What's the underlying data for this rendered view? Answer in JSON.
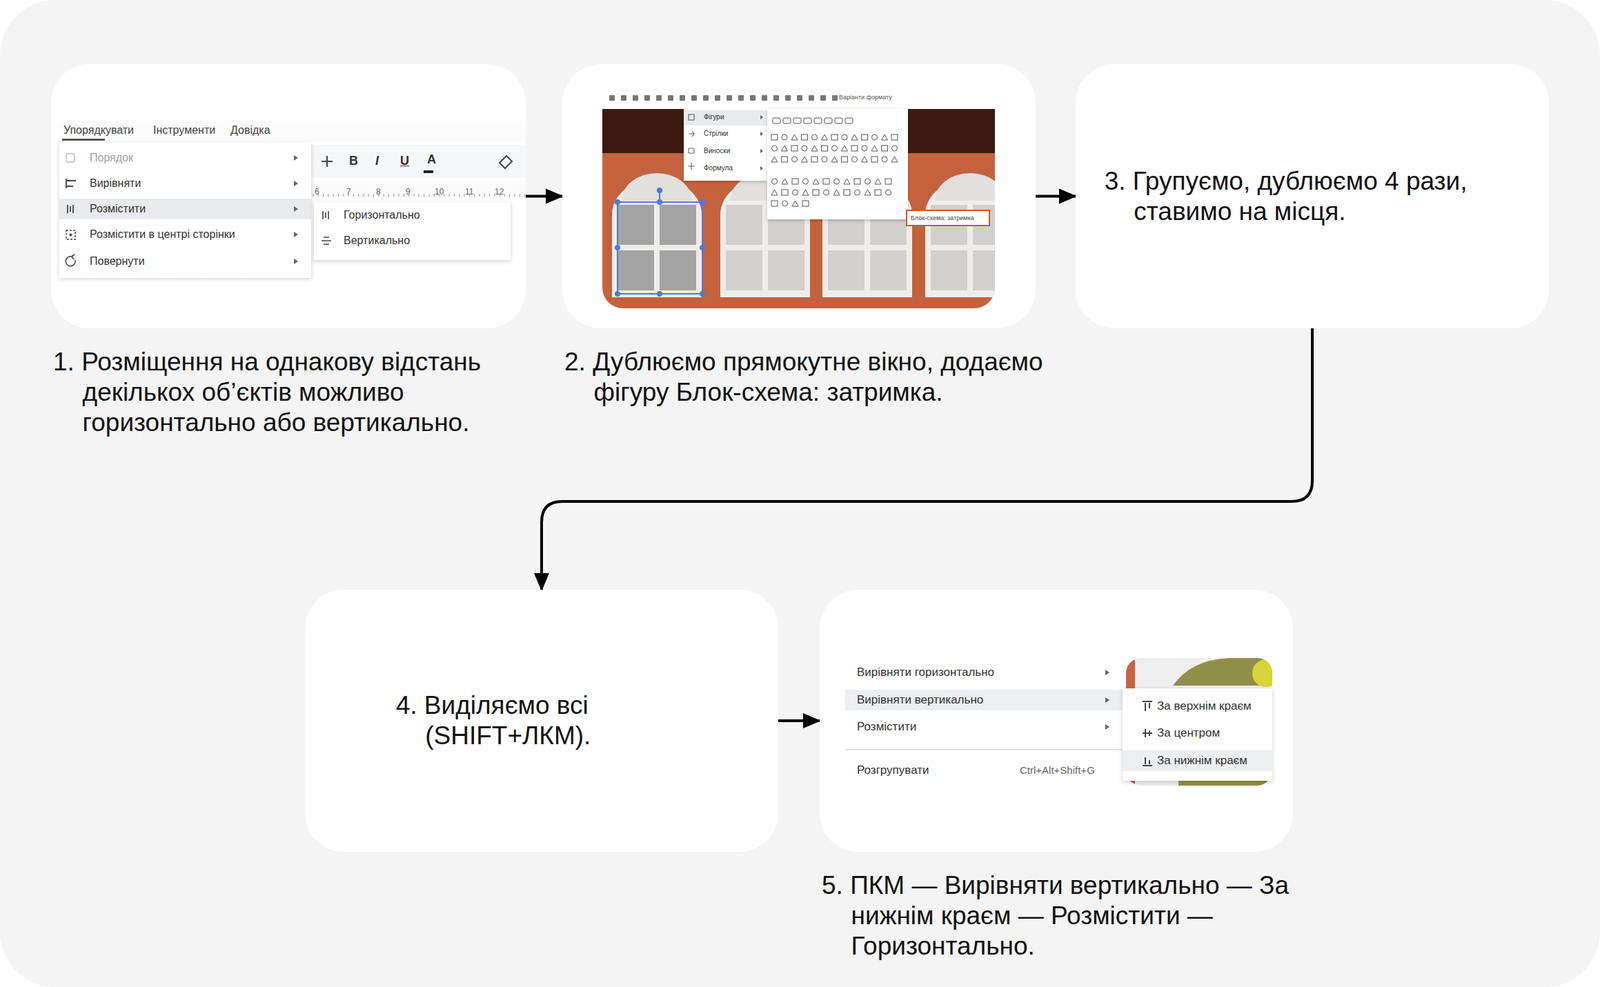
{
  "diagram": {
    "nodes": [
      {
        "text": [
          "1. Розміщення на однакову відстань декількох об’єктів можливо горизонтально або вертикально."
        ]
      },
      {
        "text": [
          "2. Дублюємо прямокутне вікно, додаємо фігуру Блок-схема: затримка."
        ]
      },
      {
        "text": [
          "3. Групуємо, дублюємо 4 рази, ставимо на місця."
        ]
      },
      {
        "text": [
          "4. Виділяємо всі (SHIFT+ЛКМ)."
        ]
      },
      {
        "text": [
          "5. ПКМ — Вирівняти вертикально — За нижнім краєм — Розмістити — Горизонтально."
        ]
      }
    ],
    "edges": [
      {
        "from": 0,
        "to": 1,
        "arrow": "to"
      },
      {
        "from": 1,
        "to": 2,
        "arrow": "to"
      },
      {
        "from": 2,
        "to": 3,
        "arrow": "to"
      },
      {
        "from": 3,
        "to": 4,
        "arrow": "to"
      }
    ],
    "labels": [
      "Упорядкувати",
      "Інструменти",
      "Довідка",
      "Порядок",
      "Вирівняти",
      "Розмістити",
      "Розмістити в центрі сторінки",
      "Повернути",
      "B",
      "I",
      "U",
      "A",
      "6",
      "7",
      "8",
      "9",
      "10",
      "11",
      "12",
      "Горизонтально",
      "Вертикально",
      "Варіанти формату",
      "Фігури",
      "Стрілки",
      "Виноски",
      "Формула",
      "Блок-схема: затримка",
      "Вирівняти горизонтально",
      "Вирівняти вертикально",
      "Розмістити",
      "Розгрупувати",
      "Ctrl+Alt+Shift+G",
      "За верхнім краєм",
      "За центром",
      "За нижнім краєм"
    ]
  }
}
